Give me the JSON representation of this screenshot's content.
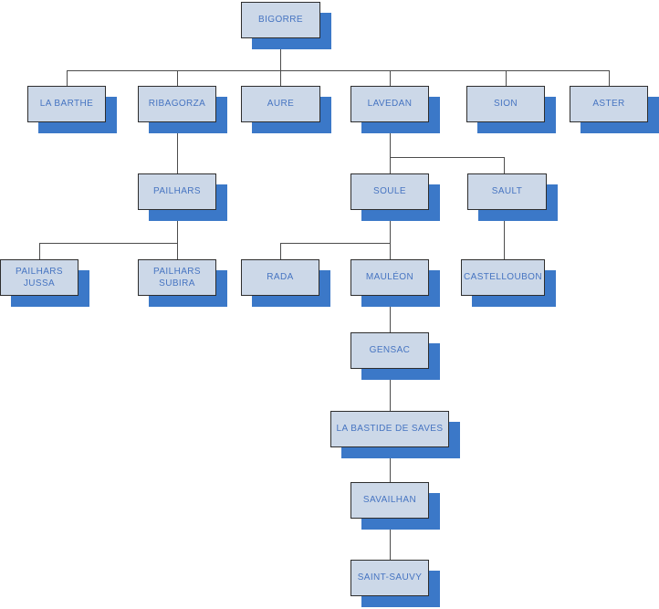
{
  "diagram": {
    "type": "org-chart",
    "background": "#ffffff",
    "colors": {
      "node_fill": "#ccd8e8",
      "node_border": "#2e2e2e",
      "node_text": "#4674c1",
      "node_shadow": "#3b78c8",
      "connector": "#4c4c4c"
    },
    "nodes": [
      {
        "id": "bigorre",
        "label": "BIGORRE",
        "parent": null
      },
      {
        "id": "la-barthe",
        "label": "LA BARTHE",
        "parent": "bigorre"
      },
      {
        "id": "ribagorza",
        "label": "RIBAGORZA",
        "parent": "bigorre"
      },
      {
        "id": "aure",
        "label": "AURE",
        "parent": "bigorre"
      },
      {
        "id": "lavedan",
        "label": "LAVEDAN",
        "parent": "bigorre"
      },
      {
        "id": "sion",
        "label": "SION",
        "parent": "bigorre"
      },
      {
        "id": "aster",
        "label": "ASTER",
        "parent": "bigorre"
      },
      {
        "id": "pailhars",
        "label": "PAILHARS",
        "parent": "ribagorza"
      },
      {
        "id": "soule",
        "label": "SOULE",
        "parent": "lavedan"
      },
      {
        "id": "sault",
        "label": "SAULT",
        "parent": "lavedan"
      },
      {
        "id": "pailhars-jussa",
        "label": "PAILHARS JUSSA",
        "parent": "pailhars"
      },
      {
        "id": "pailhars-subira",
        "label": "PAILHARS SUBIRA",
        "parent": "pailhars"
      },
      {
        "id": "rada",
        "label": "RADA",
        "parent": "soule"
      },
      {
        "id": "mauleon",
        "label": "MAULÉON",
        "parent": "soule"
      },
      {
        "id": "castelloubon",
        "label": "CASTELLOUBON",
        "parent": "sault"
      },
      {
        "id": "gensac",
        "label": "GENSAC",
        "parent": "mauleon"
      },
      {
        "id": "la-bastide-de-saves",
        "label": "LA BASTIDE DE SAVES",
        "parent": "gensac"
      },
      {
        "id": "savailhan",
        "label": "SAVAILHAN",
        "parent": "la-bastide-de-saves"
      },
      {
        "id": "saint-sauvy",
        "label": "SAINT-SAUVY",
        "parent": "savailhan"
      }
    ]
  }
}
